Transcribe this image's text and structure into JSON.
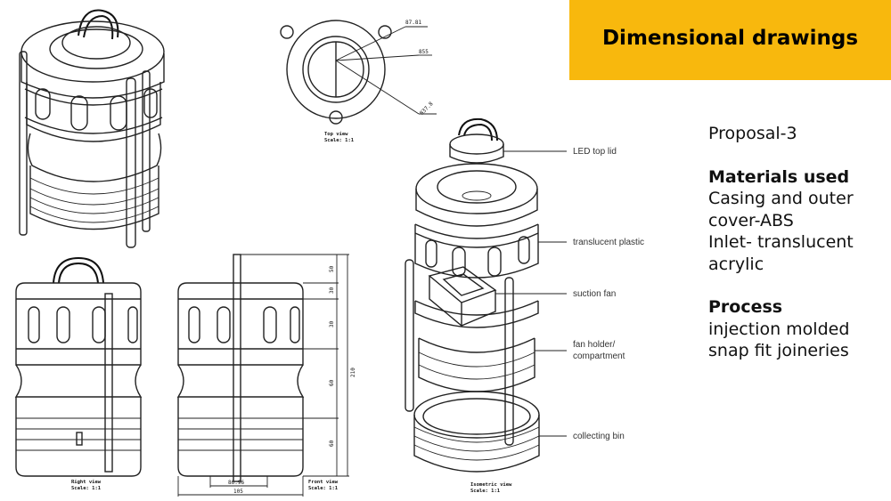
{
  "title": "Dimensional drawings",
  "proposal": "Proposal-3",
  "materials": {
    "heading": "Materials used",
    "lines": [
      "Casing and outer",
      "cover-ABS",
      "Inlet- translucent",
      "acrylic"
    ]
  },
  "process": {
    "heading": "Process",
    "lines": [
      "injection molded",
      "snap fit joineries"
    ]
  },
  "callouts": {
    "led_top_lid": "LED top lid",
    "translucent_plastic": "translucent plastic",
    "suction_fan": "suction fan",
    "fan_holder_1": "fan holder/",
    "fan_holder_2": "compartment",
    "collecting_bin": "collecting bin"
  },
  "dimensions": {
    "top_1": "87.81",
    "top_2": "855",
    "top_3": "837.8",
    "front_width": "86.96",
    "front_total": "105",
    "seg_1": "50",
    "seg_2": "30",
    "seg_3": "30",
    "seg_4": "60",
    "seg_5": "60",
    "height_total": "210"
  },
  "view_captions": {
    "top_view": "Top view",
    "top_scale": "Scale: 1:1",
    "right_view": "Right view",
    "right_scale": "Scale: 1:1",
    "front_view": "Front view",
    "front_scale": "Scale: 1:1",
    "iso_view": "Isometric view",
    "iso_scale": "Scale: 1:1"
  }
}
